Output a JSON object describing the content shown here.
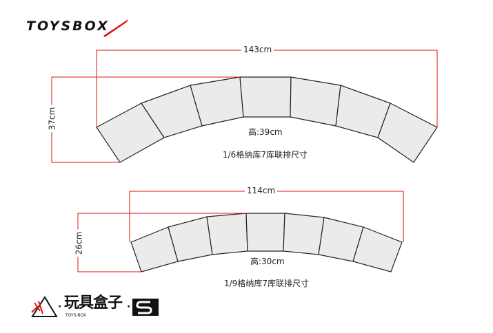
{
  "brand": {
    "logo_text": "TOYSBOX",
    "accent": "#e01010"
  },
  "large": {
    "width_label": "143cm",
    "depth_label": "37cm",
    "height_label": "高:39cm",
    "caption": "1/6格纳库7库联排尺寸",
    "units": 7
  },
  "small": {
    "width_label": "114cm",
    "depth_label": "26cm",
    "height_label": "高:30cm",
    "caption": "1/9格纳库7库联排尺寸",
    "units": 7
  },
  "footer": {
    "chinese_logo": "玩具盒子",
    "sub_text": "TOYS-BOX",
    "separator": "·"
  },
  "colors": {
    "dim_line": "#e01010",
    "box_fill": "#ebebeb",
    "box_stroke": "#222222"
  }
}
